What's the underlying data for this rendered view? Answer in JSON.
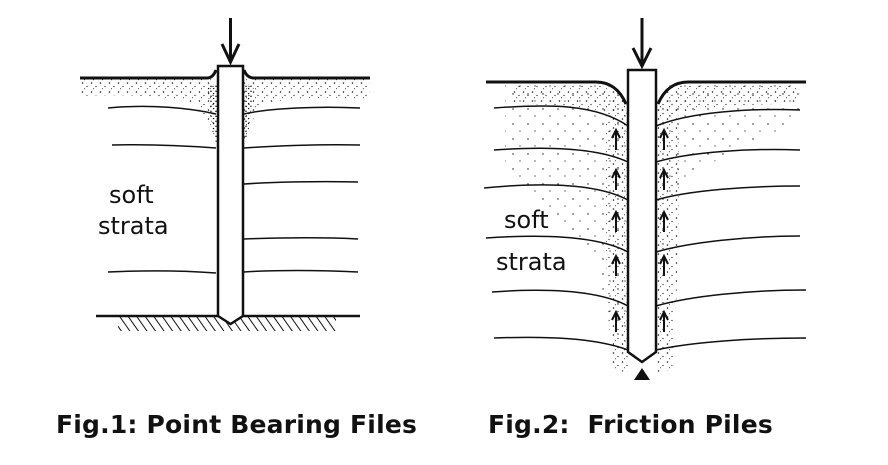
{
  "figure1": {
    "label_line1": "soft",
    "label_line2": "strata",
    "caption": "Fig.1: Point Bearing Files"
  },
  "figure2": {
    "label_line1": "soft",
    "label_line2": "strata",
    "caption": "Fig.2:  Friction Piles"
  },
  "colors": {
    "ink": "#111111",
    "background": "#ffffff"
  }
}
